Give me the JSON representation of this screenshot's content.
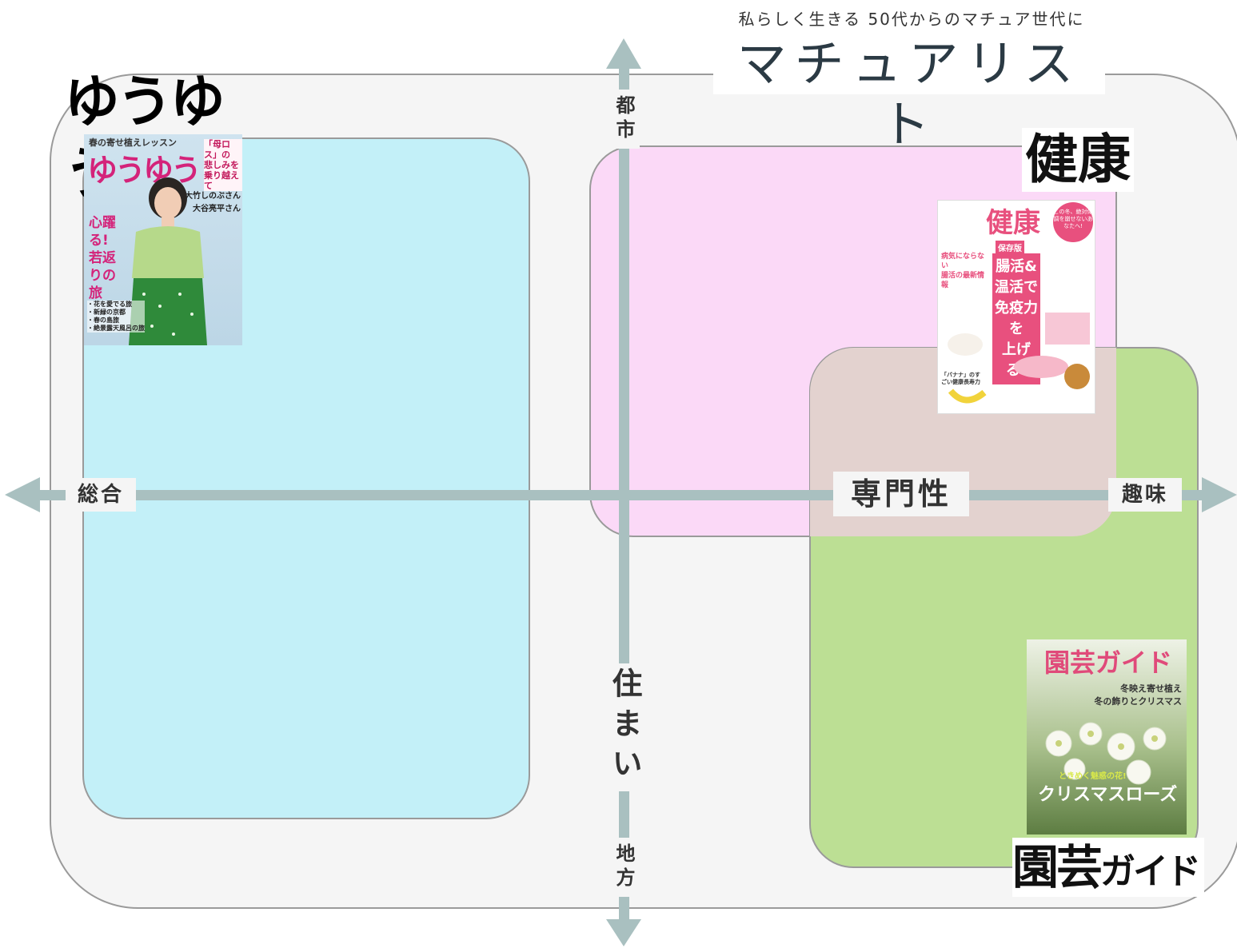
{
  "brands": {
    "maturist": {
      "tagline": "私らしく生きる 50代からのマチュア世代に",
      "logo": "マチュアリスト"
    },
    "yuyu": {
      "logo": "ゆうゆう"
    },
    "kenko": {
      "logo": "健康"
    },
    "engei": {
      "logo_main": "園芸",
      "logo_sub": "ガイド"
    }
  },
  "axes": {
    "top": "都市",
    "bottom": "地方",
    "left": "総合",
    "right": "趣味",
    "center_horizontal": "専門性",
    "center_vertical": "住まい"
  },
  "covers": {
    "yuyu": {
      "header": "春の寄せ植えレッスン",
      "title": "ゆうゆう",
      "feature": "心躍る! 若返りの旅",
      "side_lines": [
        "「母ロス」の",
        "悲しみを",
        "乗り越えて"
      ],
      "names": [
        "大竹しのぶさん",
        "大谷亮平さん"
      ],
      "list": [
        "・花を愛でる旅",
        "・新緑の京都",
        "・春の島旅",
        "・絶景露天風呂の旅"
      ]
    },
    "kenko": {
      "title": "健康",
      "badge": "保存版",
      "headline": [
        "腸活&温活で",
        "免疫力を",
        "上げる!"
      ],
      "bubble": "この冬、絶対体調を崩せないあなたへ!",
      "side": [
        "病気にならない",
        "腸活の最新情報"
      ],
      "banana": "「バナナ」のすごい健康長寿力"
    },
    "engei": {
      "title": "園芸ガイド",
      "subtitle": [
        "冬映え寄せ植え",
        "冬の飾りとクリスマス"
      ],
      "headline": "クリスマスローズ",
      "tagline": "ときめく魅惑の花!"
    }
  },
  "colors": {
    "outer_fill": "#f5f5f5",
    "cyan_region": "#c3f0f8",
    "pink_region": "#fbd9f7",
    "green_region": "#bcdf94",
    "overlap_region": "#e3d2cf",
    "axis": "#a9c0c0",
    "yuyu_magenta": "#d4237a",
    "kenko_pink": "#e8507e"
  }
}
